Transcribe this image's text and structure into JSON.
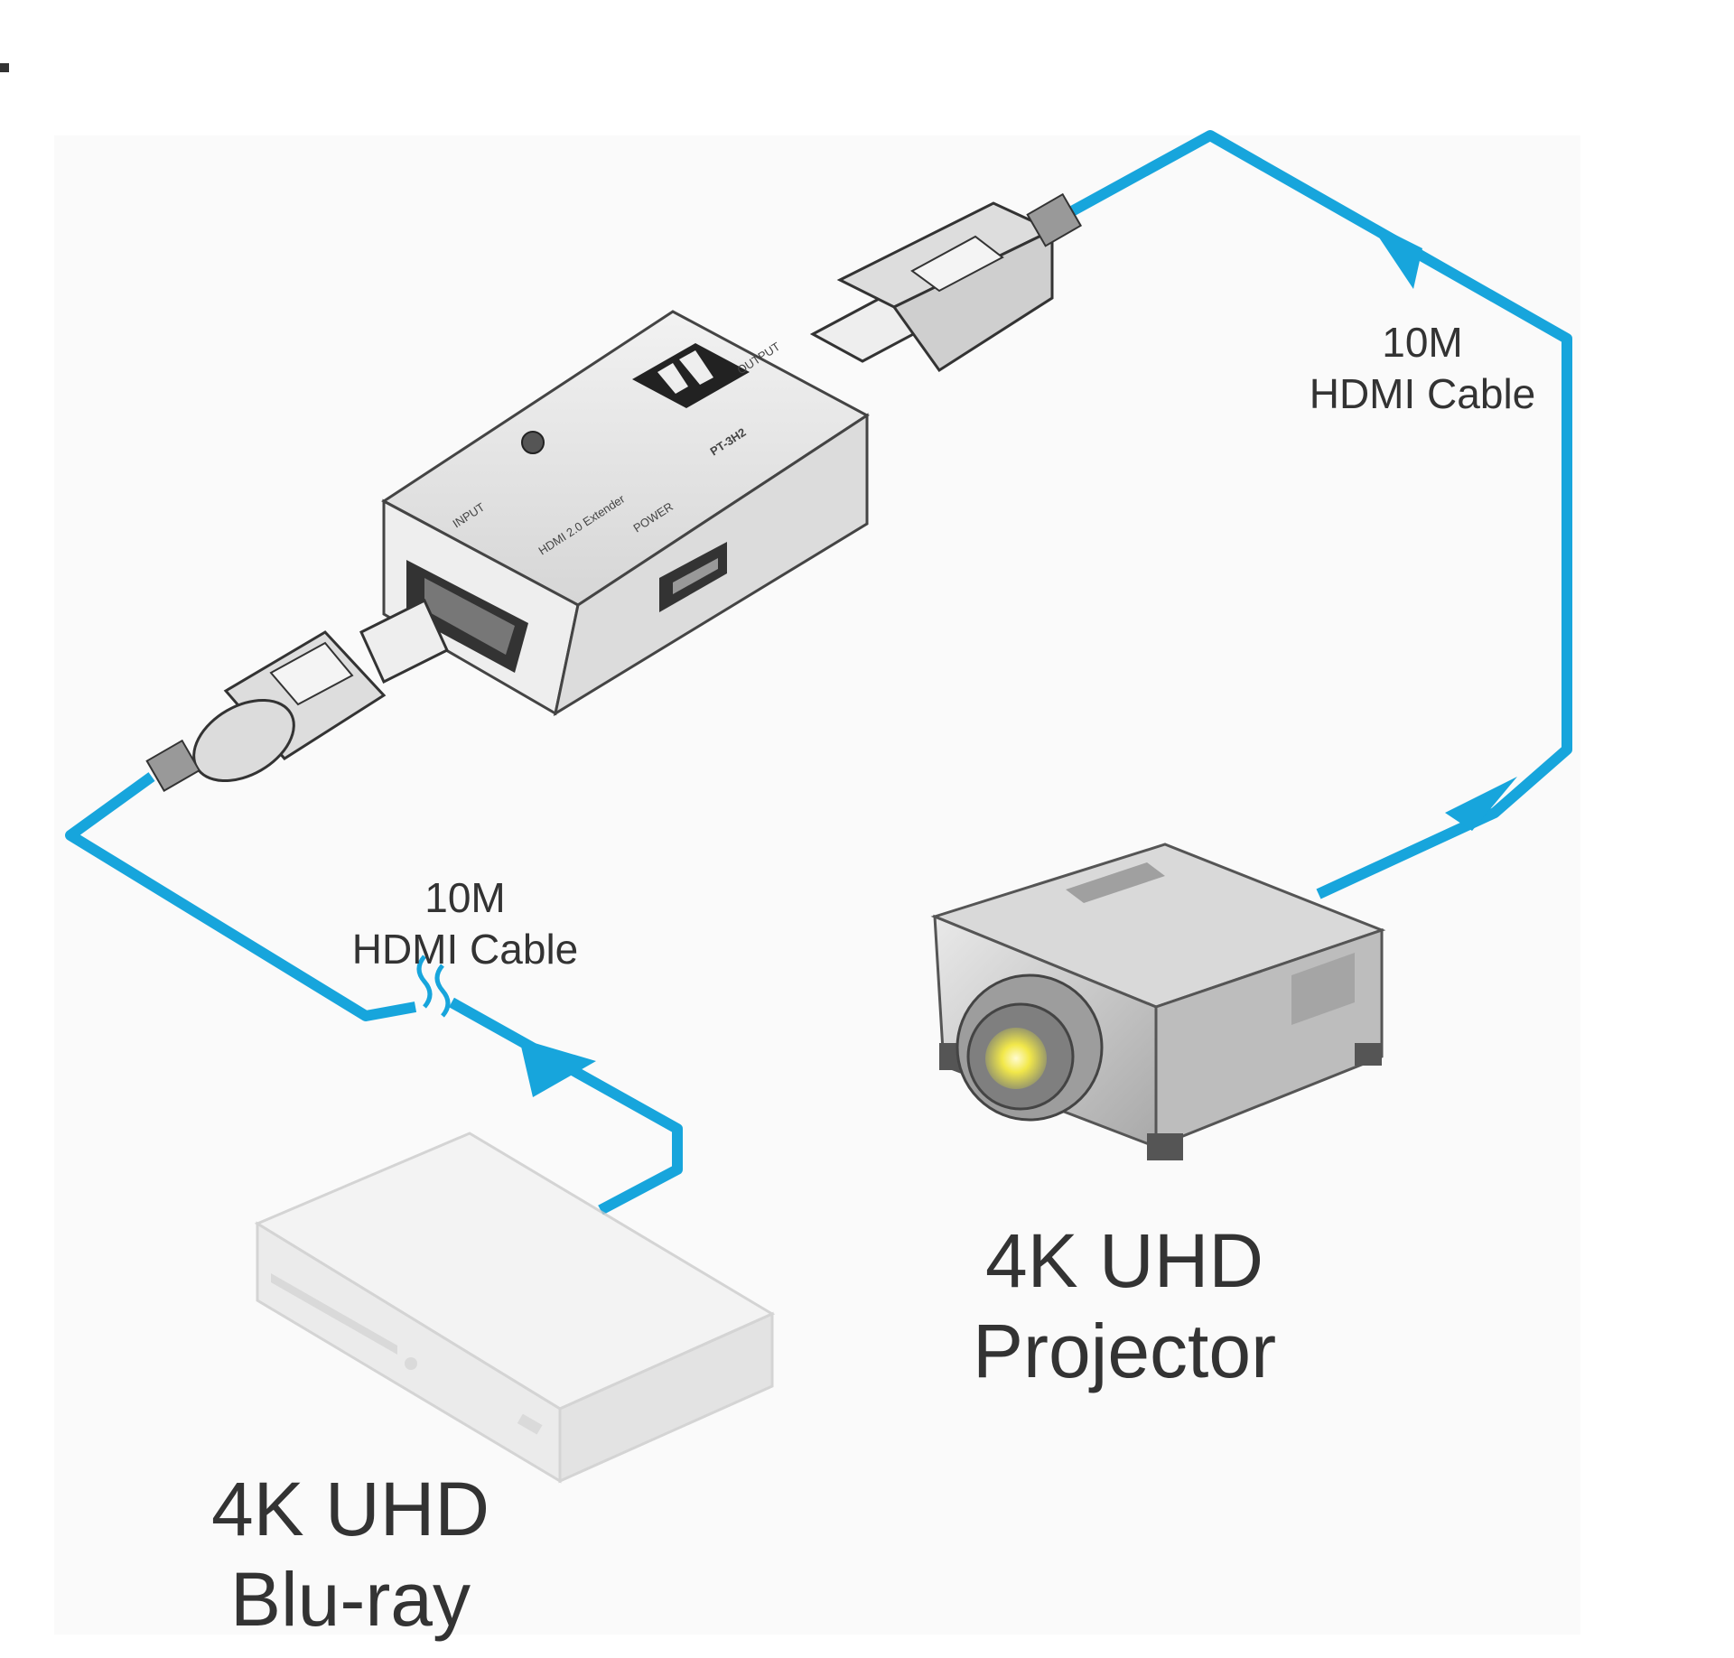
{
  "colors": {
    "cable": "#17a5dc",
    "device_light": "#e4e4e4",
    "device_mid": "#bdbdbd",
    "device_dark": "#8c8c8c",
    "text": "#333333",
    "lens_glow": "#f2e84a"
  },
  "labels": {
    "top_cable": {
      "line1": "10M",
      "line2": "HDMI Cable"
    },
    "bottom_cable": {
      "line1": "10M",
      "line2": "HDMI Cable"
    },
    "projector": {
      "line1": "4K UHD",
      "line2": "Projector"
    },
    "bluray": {
      "line1": "4K UHD",
      "line2": "Blu-ray"
    }
  },
  "extender": {
    "model": "PT-3H2",
    "product": "HDMI 2.0 Extender",
    "input_label": "INPUT",
    "output_label": "OUTPUT",
    "power_label": "POWER",
    "logo_icon": "kramer-k-logo"
  },
  "icons": [
    "hdmi-plug-icon",
    "arrow-icon",
    "cable-break-icon",
    "projector-icon",
    "bluray-player-icon"
  ]
}
